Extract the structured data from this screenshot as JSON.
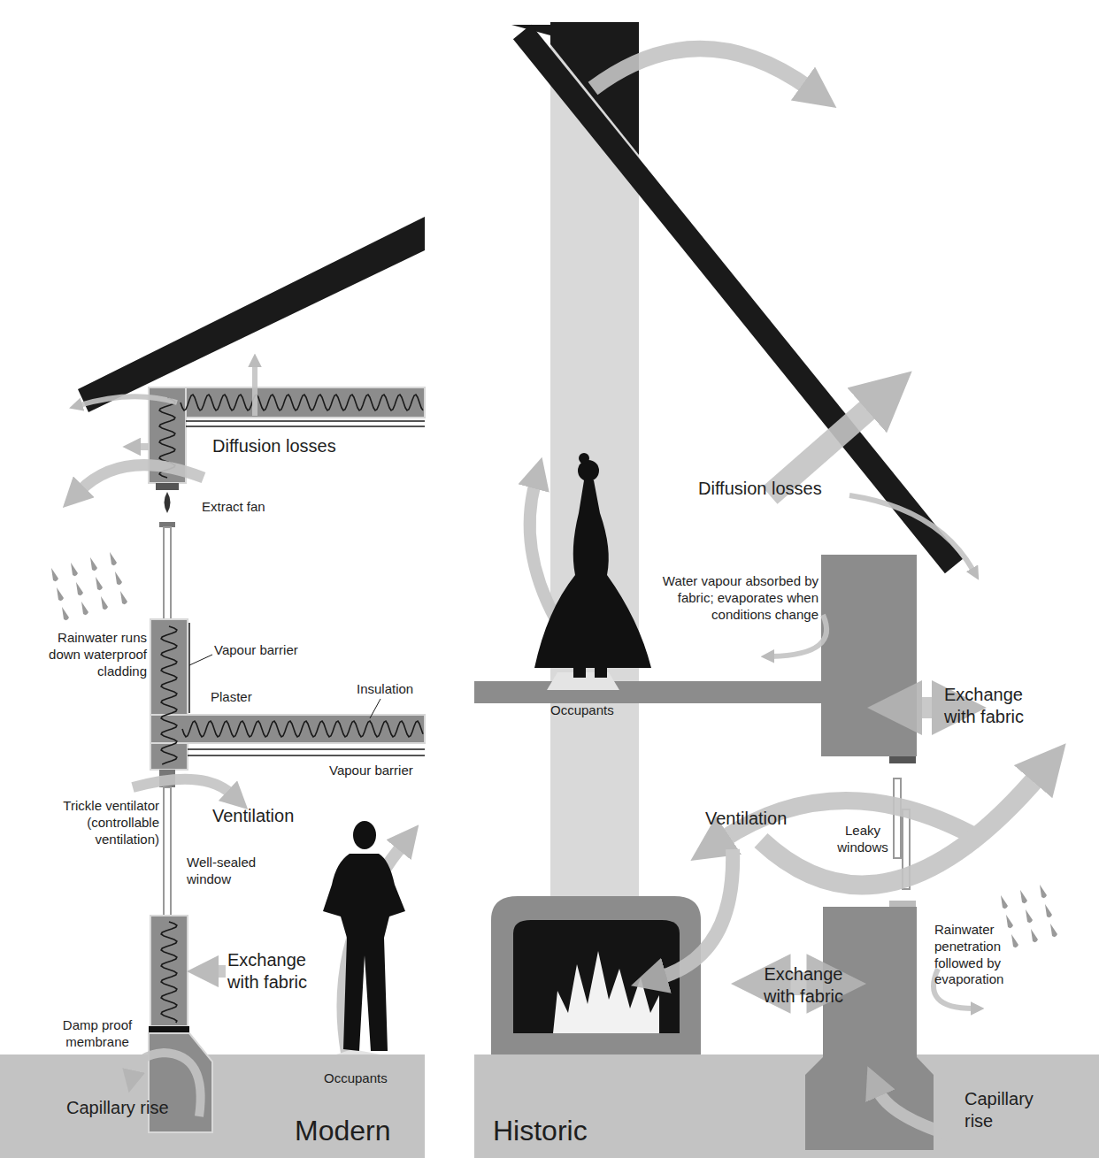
{
  "diagram": {
    "labels": [
      "Diffusion losses",
      "Extract fan",
      "Rainwater runs down waterproof cladding",
      "Vapour barrier",
      "Plaster",
      "Insulation",
      "Vapour barrier",
      "Trickle ventilator (controllable ventilation)",
      "Ventilation",
      "Well-sealed window",
      "Exchange with fabric",
      "Damp proof membrane",
      "Occupants",
      "Capillary rise",
      "Modern",
      "Diffusion losses",
      "Water vapour absorbed by fabric; evaporates when conditions change",
      "Occupants",
      "Exchange with fabric",
      "Ventilation",
      "Leaky windows",
      "Exchange with fabric",
      "Rainwater penetration followed by evaporation",
      "Capillary rise",
      "Historic"
    ]
  }
}
